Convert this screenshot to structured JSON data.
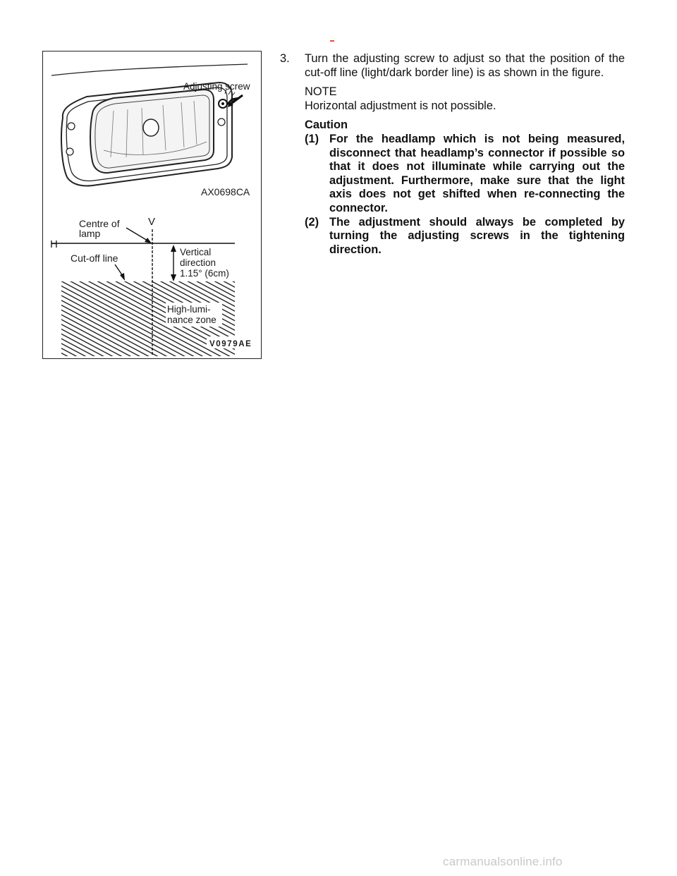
{
  "figure": {
    "top_label_screw": "Adjusting screw",
    "top_code": "AX0698CA",
    "label_centre_line1": "Centre of",
    "label_centre_line2": "lamp",
    "label_v": "V",
    "label_h": "H",
    "label_cutoff": "Cut-off line",
    "label_vertical_line1": "Vertical",
    "label_vertical_line2": "direction",
    "label_vertical_line3": "1.15° (6cm)",
    "label_zone_line1": "High-lumi-",
    "label_zone_line2": "nance zone",
    "bottom_code": "V0979AE"
  },
  "step3": {
    "number": "3.",
    "text": "Turn the adjusting screw to adjust so that the position of the cut-off line (light/dark border line) is as shown in the figure."
  },
  "note": {
    "heading": "NOTE",
    "text": "Horizontal adjustment is not possible."
  },
  "caution": {
    "heading": "Caution",
    "items": [
      {
        "num": "(1)",
        "text": "For the headlamp which is not being measured, disconnect that headlamp’s connector if possible so that it does not illuminate while carrying out the adjustment. Furthermore, make sure that the light axis does not get shifted when re-connecting the connector."
      },
      {
        "num": "(2)",
        "text": "The adjustment should always be completed by turning the adjusting screws in the tightening direction."
      }
    ]
  },
  "watermark": "carmanualsonline.info",
  "colors": {
    "header_mark": "#e8532a",
    "watermark": "#c9c9c9"
  }
}
